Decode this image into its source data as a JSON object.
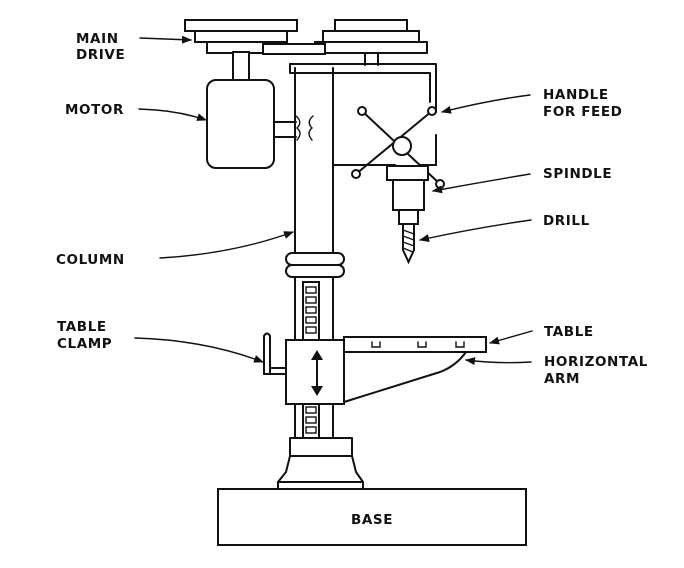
{
  "labels": {
    "main_drive": [
      "MAIN",
      "DRIVE"
    ],
    "motor": "MOTOR",
    "handle": [
      "HANDLE",
      "FOR FEED"
    ],
    "spindle": "SPINDLE",
    "drill": "DRILL",
    "column": "COLUMN",
    "table_clamp": [
      "TABLE",
      "CLAMP"
    ],
    "table": "TABLE",
    "horizontal_arm": [
      "HORIZONTAL",
      "ARM"
    ],
    "base": "BASE"
  }
}
